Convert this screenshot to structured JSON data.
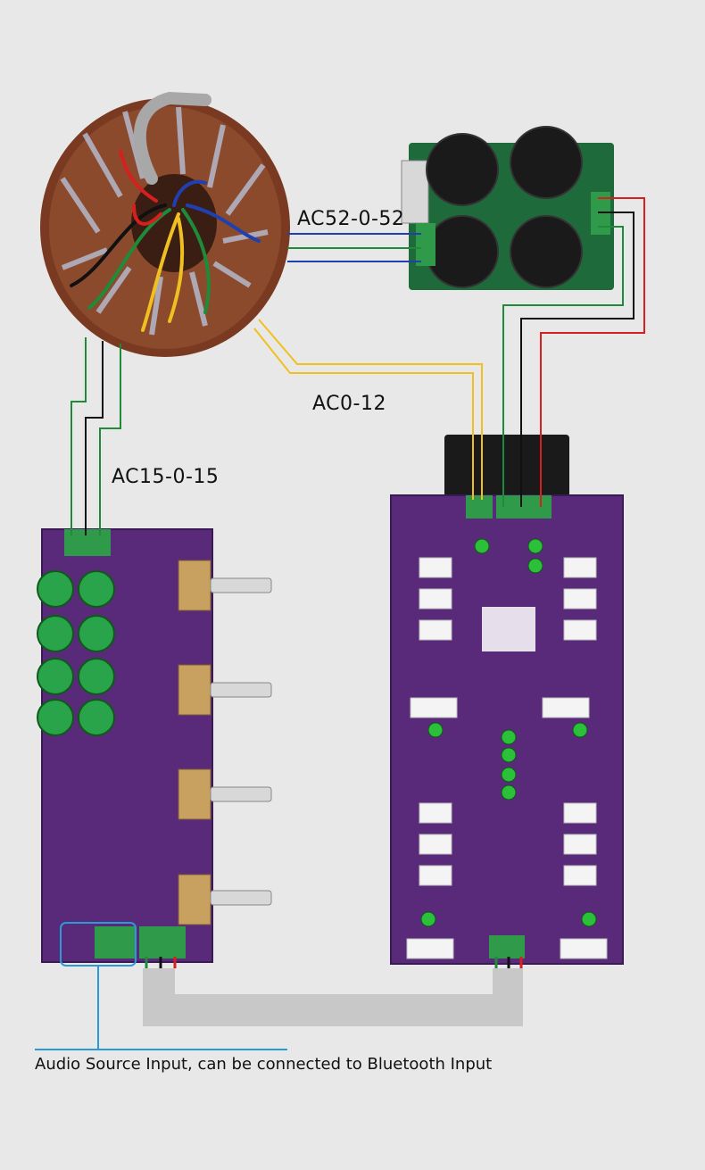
{
  "labels": {
    "ac52": "AC52-0-52",
    "ac0_12": "AC0-12",
    "ac15": "AC15-0-15"
  },
  "caption": "Audio Source Input, can be connected to Bluetooth Input",
  "colors": {
    "background": "#e8e8e8",
    "pcb_purple": "#5a2a7a",
    "terminal_green": "#2e9a4a",
    "wire_green": "#1f8a3a",
    "wire_black": "#111111",
    "wire_red": "#d62020",
    "wire_blue": "#2040b0",
    "wire_yellow": "#f0c020",
    "signal_cable": "#c8c8c8",
    "highlight": "#2a9bd6",
    "transformer_copper": "#7a3a22"
  }
}
